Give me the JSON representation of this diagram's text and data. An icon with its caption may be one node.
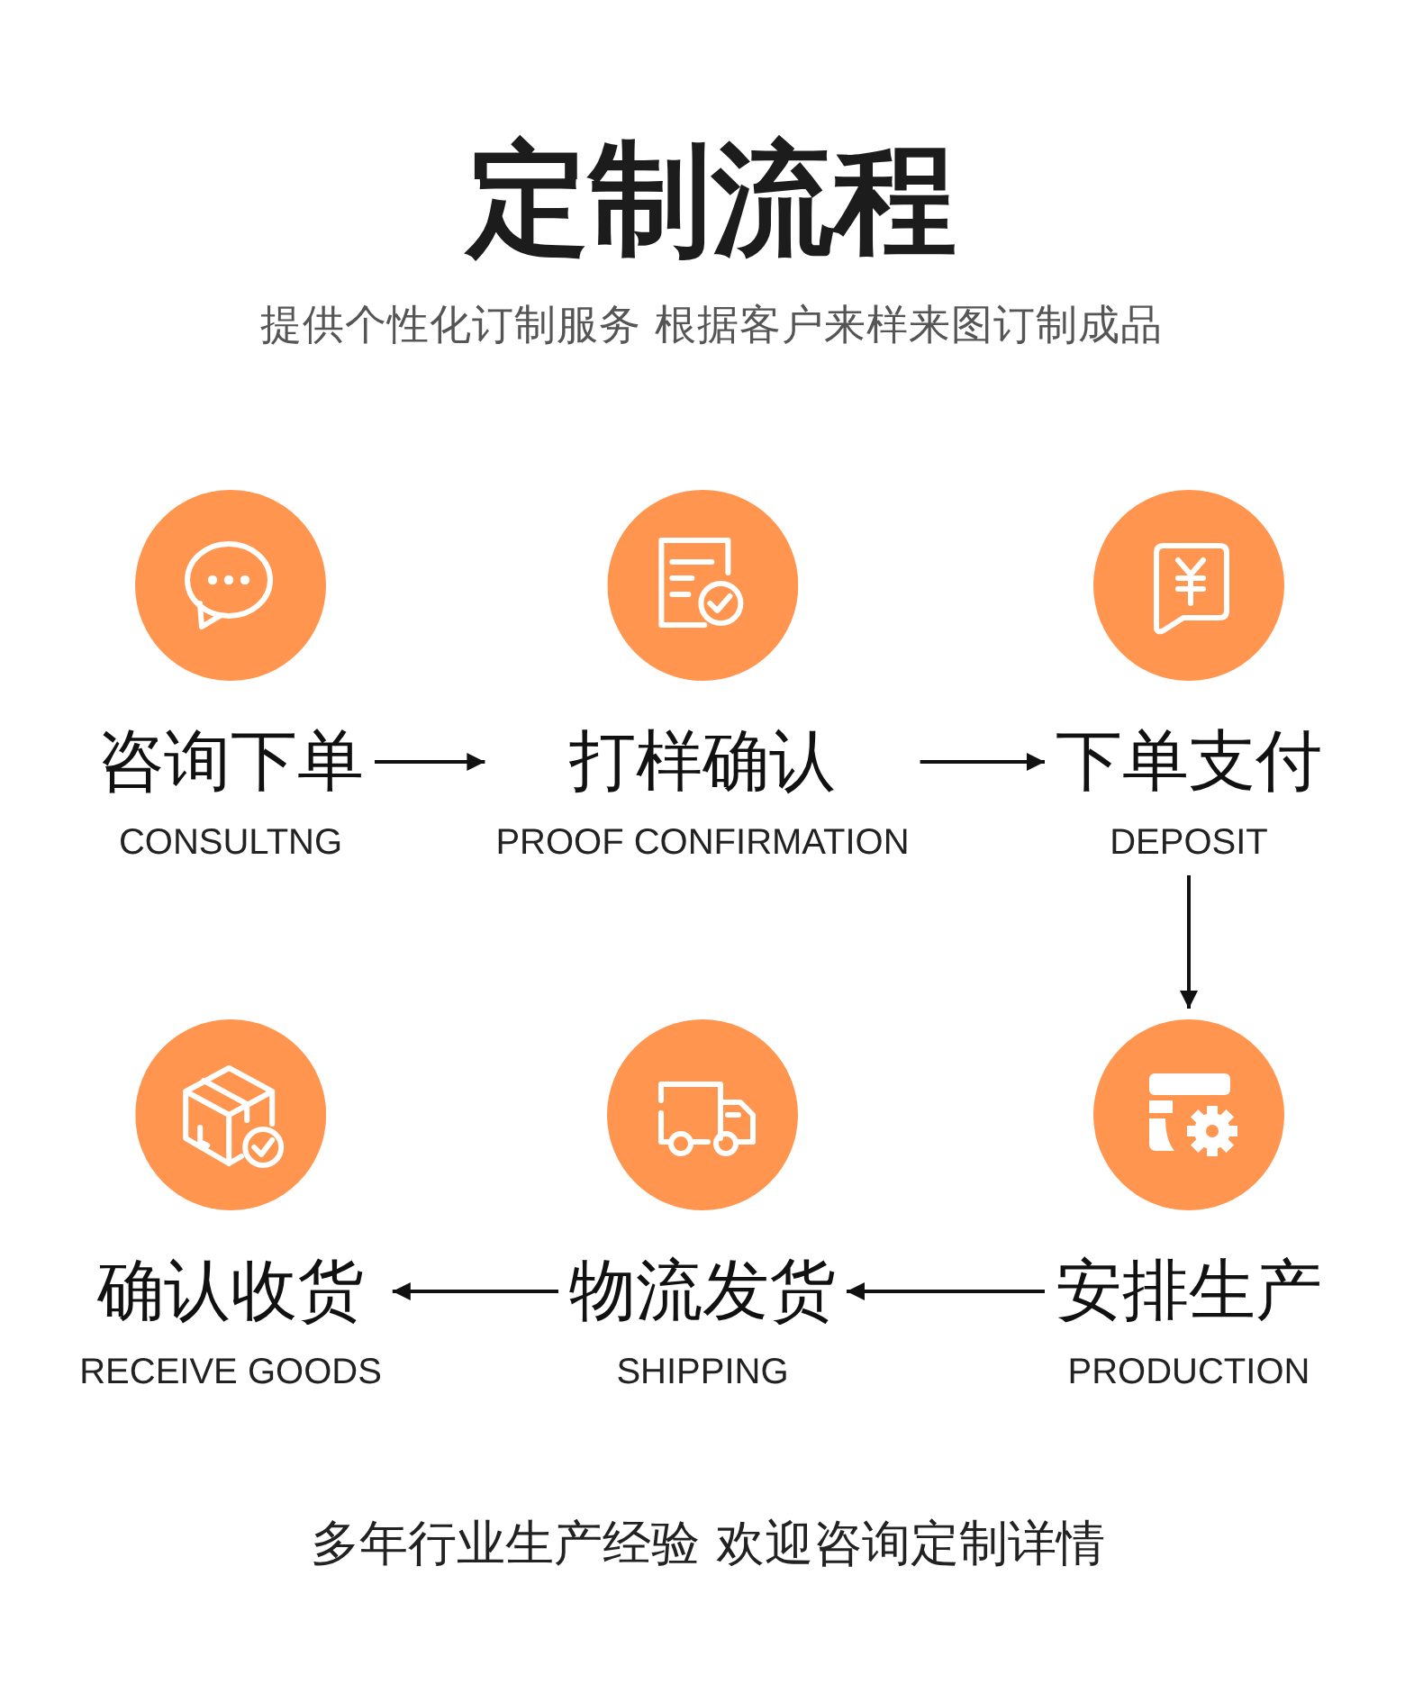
{
  "diagram": {
    "title": "定制流程",
    "caption": "多年行业生产经验 欢迎咨询定制详情",
    "nodes": [
      {
        "text": [
          "咨询下单",
          "CONSULTNG"
        ]
      },
      {
        "text": [
          "打样确认",
          "PROOF CONFIRMATION"
        ]
      },
      {
        "text": [
          "下单支付",
          "DEPOSIT"
        ]
      },
      {
        "text": [
          "安排生产",
          "PRODUCTION"
        ]
      },
      {
        "text": [
          "物流发货",
          "SHIPPING"
        ]
      },
      {
        "text": [
          "确认收货",
          "RECEIVE GOODS"
        ]
      }
    ],
    "edges": [
      {
        "from": 0,
        "to": 1,
        "arrow": "to"
      },
      {
        "from": 1,
        "to": 2,
        "arrow": "to"
      },
      {
        "from": 2,
        "to": 3,
        "arrow": "to"
      },
      {
        "from": 3,
        "to": 4,
        "arrow": "to"
      },
      {
        "from": 4,
        "to": 5,
        "arrow": "to"
      }
    ],
    "labels": [
      "提供个性化订制服务 根据客户来样来图订制成品"
    ]
  }
}
